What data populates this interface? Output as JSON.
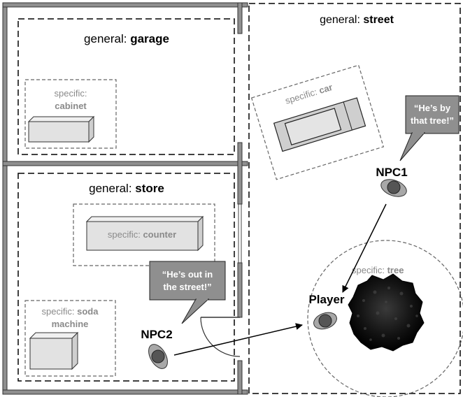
{
  "areas": {
    "garage": {
      "prefix": "general: ",
      "name": "garage"
    },
    "store": {
      "prefix": "general: ",
      "name": "store"
    },
    "street": {
      "prefix": "general: ",
      "name": "street"
    }
  },
  "objects": {
    "cabinet": {
      "prefix": "specific:",
      "name": "cabinet"
    },
    "car": {
      "prefix": "specific: ",
      "name": "car"
    },
    "counter": {
      "prefix": "specific: ",
      "name": "counter"
    },
    "soda": {
      "prefix": "specific: ",
      "name_line1": "soda",
      "name_line2": "machine"
    },
    "tree": {
      "prefix": "specific: ",
      "name": "tree"
    }
  },
  "characters": {
    "npc1": "NPC1",
    "npc2": "NPC2",
    "player": "Player"
  },
  "speech": {
    "npc1": {
      "line1": "“He’s by",
      "line2": "that tree!”"
    },
    "npc2": {
      "line1": "“He’s out in",
      "line2": "the street!”"
    }
  }
}
